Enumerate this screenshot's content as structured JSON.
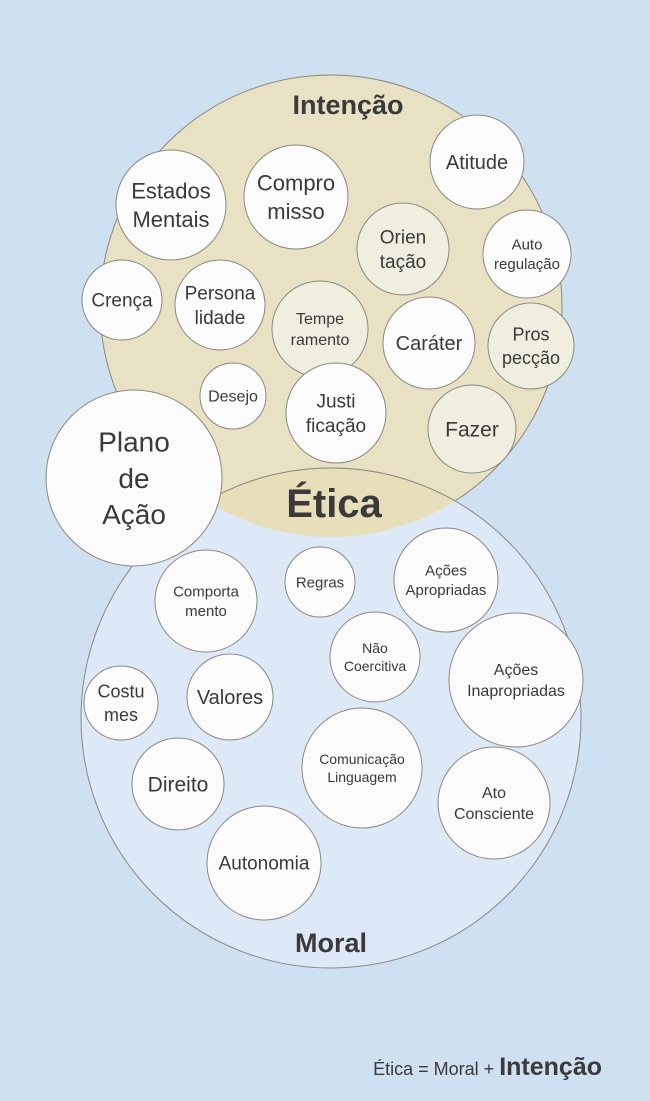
{
  "titles": {
    "top": "Intenção",
    "intersection": "Ética",
    "bottom": "Moral"
  },
  "formula": {
    "left": "Ética = Moral +",
    "right": "Intenção"
  },
  "colors": {
    "background": "#cfe0f1",
    "intencao": "#e9e1c3",
    "moral": "#dde9f6",
    "etica": "#e8dfba",
    "bubble": "#fbfbfb",
    "bubble_tinted": "#f0eedf",
    "stroke": "#8a8a80"
  },
  "bubbles": [
    {
      "name": "estados-mentais",
      "lines": [
        "Estados",
        "Mentais"
      ]
    },
    {
      "name": "compromisso",
      "lines": [
        "Compro",
        "misso"
      ]
    },
    {
      "name": "atitude",
      "lines": [
        "Atitude"
      ]
    },
    {
      "name": "orientacao",
      "lines": [
        "Orien",
        "tação"
      ]
    },
    {
      "name": "autoregulacao",
      "lines": [
        "Auto",
        "regulação"
      ]
    },
    {
      "name": "crenca",
      "lines": [
        "Crença"
      ]
    },
    {
      "name": "personalidade",
      "lines": [
        "Persona",
        "lidade"
      ]
    },
    {
      "name": "temperamento",
      "lines": [
        "Tempe",
        "ramento"
      ]
    },
    {
      "name": "carater",
      "lines": [
        "Caráter"
      ]
    },
    {
      "name": "prospeccao",
      "lines": [
        "Pros",
        "pecção"
      ]
    },
    {
      "name": "desejo",
      "lines": [
        "Desejo"
      ]
    },
    {
      "name": "justificacao",
      "lines": [
        "Justi",
        "ficação"
      ]
    },
    {
      "name": "fazer",
      "lines": [
        "Fazer"
      ]
    },
    {
      "name": "plano-de-acao",
      "lines": [
        "Plano",
        "de",
        "Ação"
      ]
    },
    {
      "name": "comportamento",
      "lines": [
        "Comporta",
        "mento"
      ]
    },
    {
      "name": "regras",
      "lines": [
        "Regras"
      ]
    },
    {
      "name": "acoes-apropriadas",
      "lines": [
        "Ações",
        "Apropriadas"
      ]
    },
    {
      "name": "nao-coercitiva",
      "lines": [
        "Não",
        "Coercitiva"
      ]
    },
    {
      "name": "acoes-inapropriadas",
      "lines": [
        "Ações",
        "Inapropriadas"
      ]
    },
    {
      "name": "costumes",
      "lines": [
        "Costu",
        "mes"
      ]
    },
    {
      "name": "valores",
      "lines": [
        "Valores"
      ]
    },
    {
      "name": "direito",
      "lines": [
        "Direito"
      ]
    },
    {
      "name": "comunicacao-linguagem",
      "lines": [
        "Comunicação",
        "Linguagem"
      ]
    },
    {
      "name": "ato-consciente",
      "lines": [
        "Ato",
        "Consciente"
      ]
    },
    {
      "name": "autonomia",
      "lines": [
        "Autonomia"
      ]
    }
  ]
}
